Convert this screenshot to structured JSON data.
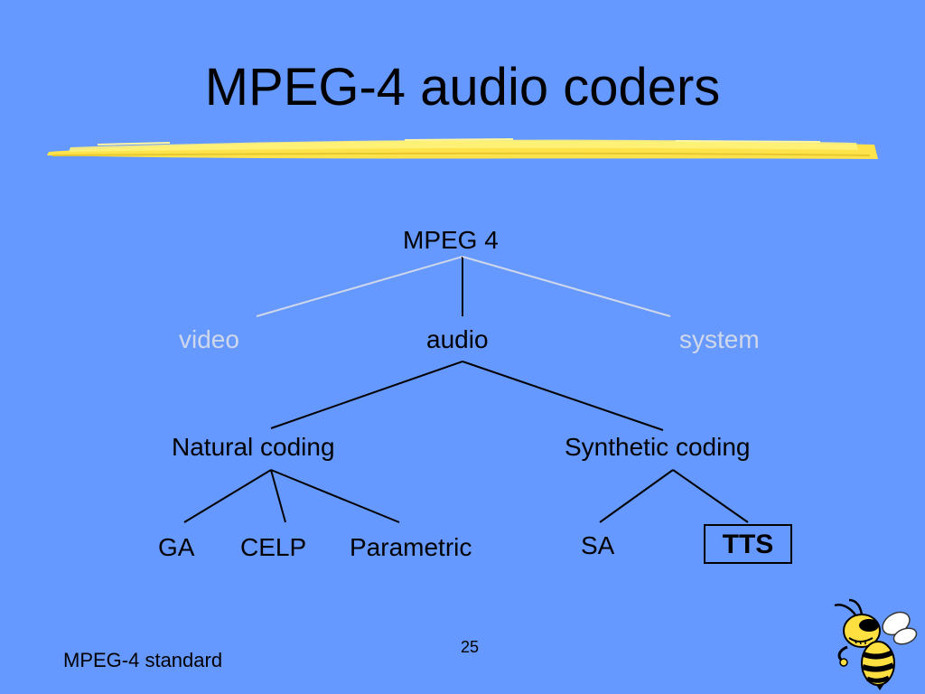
{
  "slide": {
    "title": "MPEG-4 audio coders",
    "footer": "MPEG-4 standard",
    "page_number": "25"
  },
  "colors": {
    "background": "#6699ff",
    "highlighter": "#ffee55",
    "dim_text": "#cfd7ea",
    "text": "#000000"
  },
  "tree": {
    "root": "MPEG 4",
    "level1": {
      "video": "video",
      "audio": "audio",
      "system": "system"
    },
    "level2": {
      "natural": "Natural coding",
      "synthetic": "Synthetic coding"
    },
    "level3": {
      "ga": "GA",
      "celp": "CELP",
      "parametric": "Parametric",
      "sa": "SA",
      "tts": "TTS"
    }
  },
  "icons": {
    "mascot": "yellow-jacket-bee-icon"
  }
}
